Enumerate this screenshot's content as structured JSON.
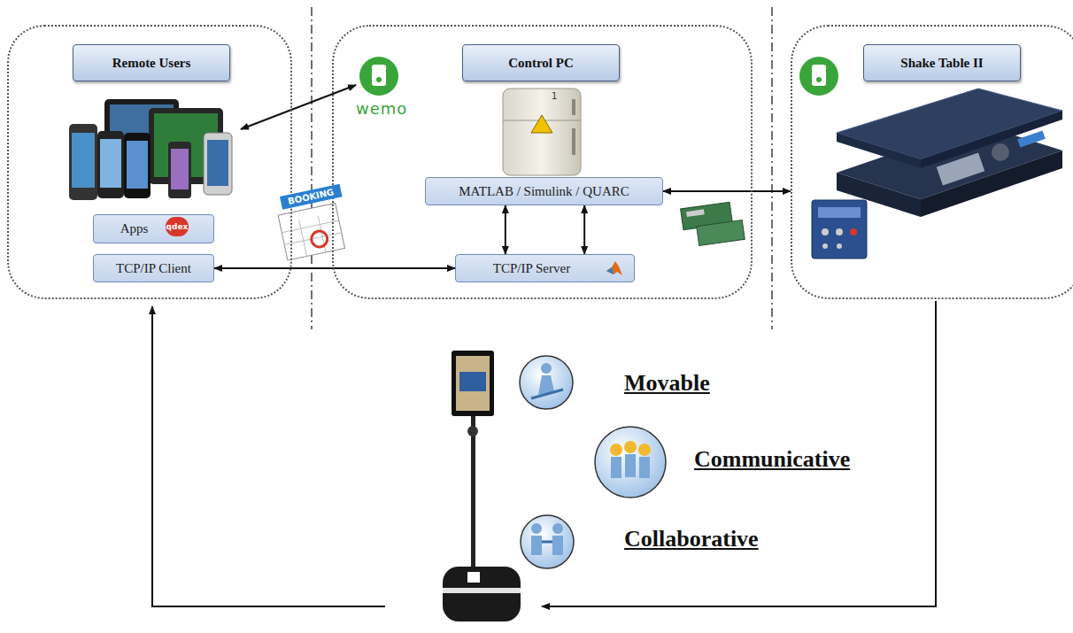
{
  "diagram": {
    "nodes": [
      {
        "text": [
          "Remote Users"
        ]
      },
      {
        "text": [
          "Apps"
        ],
        "in": 0
      },
      {
        "text": [
          "TCP/IP Client"
        ],
        "in": 0
      },
      {
        "text": [
          "Control PC"
        ]
      },
      {
        "text": [
          "MATLAB / Simulink / QUARC"
        ],
        "in": 3
      },
      {
        "text": [
          "TCP/IP Server"
        ],
        "in": 3
      },
      {
        "text": [
          "Shake Table II"
        ]
      }
    ],
    "edges": [
      {
        "from": 2,
        "to": 5,
        "arrow": "both"
      },
      {
        "from": 4,
        "to": 5,
        "arrow": "both"
      },
      {
        "from": 4,
        "to": 5,
        "arrow": "both"
      },
      {
        "from": 4,
        "to": 6,
        "arrow": "both"
      }
    ],
    "labels": [
      "wemo",
      "qdex",
      "BOOKING",
      "1",
      "Movable",
      "Communicative",
      "Collaborative"
    ]
  }
}
